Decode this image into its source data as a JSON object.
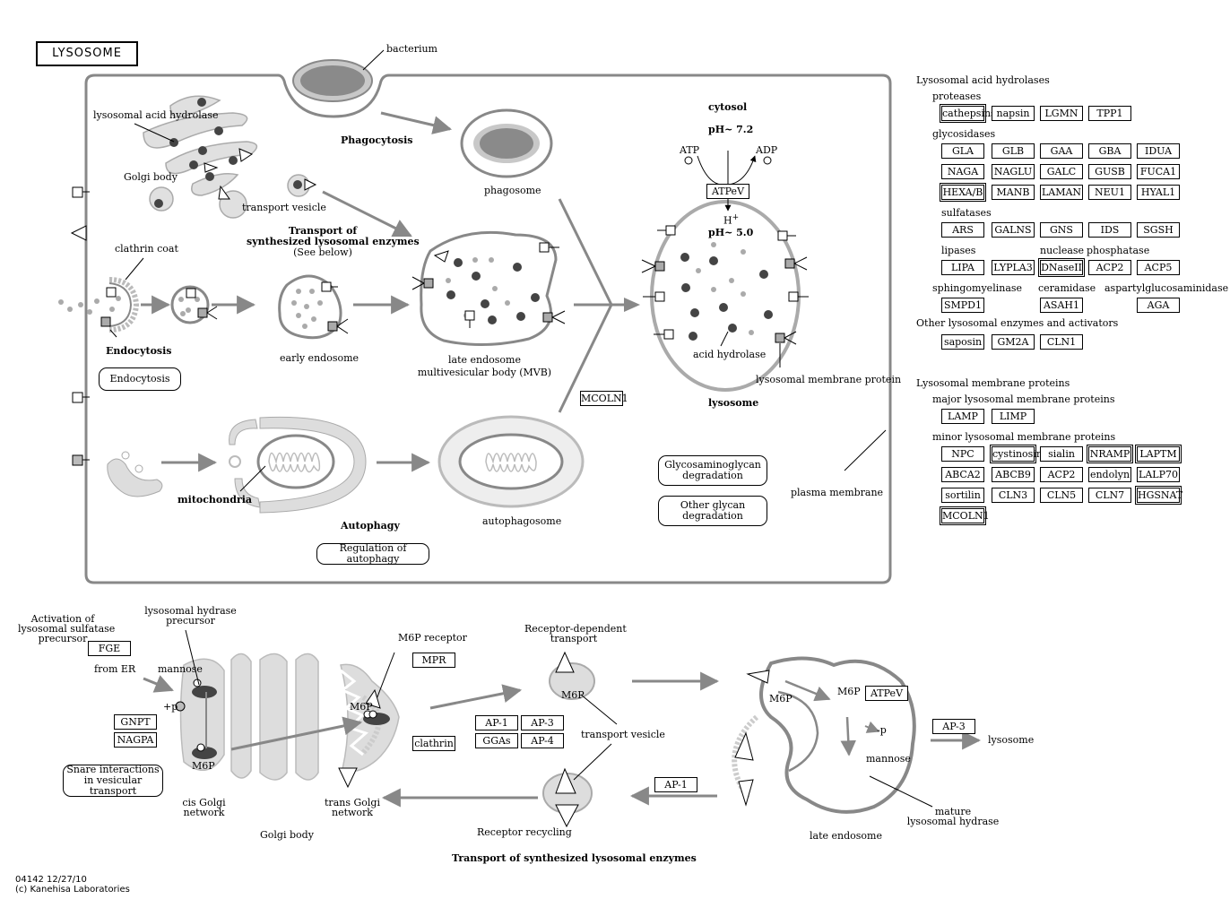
{
  "title": "LYSOSOME",
  "top": {
    "bacterium": "bacterium",
    "phagocytosis": "Phagocytosis",
    "phagosome": "phagosome",
    "lysosomal_acid_hydrolase": "lysosomal acid hydrolase",
    "golgi_body": "Golgi body",
    "transport_vesicle": "transport vesicle",
    "transport_title": [
      "Transport of",
      "synthesized lysosomal enzymes",
      "(See below)"
    ],
    "clathrin_coat": "clathrin coat",
    "endocytosis_label": "Endocytosis",
    "endocytosis_link": "Endocytosis",
    "early_endosome": "early endosome",
    "late_endosome": [
      "late endosome",
      "multivesicular body (MVB)"
    ],
    "mcoln1": "MCOLN1",
    "cytosol": "cytosol",
    "ph_cytosol": "pH~ 7.2",
    "atp": "ATP",
    "adp": "ADP",
    "atpev": "ATPeV",
    "h_plus": "H",
    "h_sup": "+",
    "ph_lysosome": "pH~ 5.0",
    "acid_hydrolase": "acid  hydrolase",
    "lysosomal_membrane_protein": "lysosomal membrane protein",
    "lysosome": "lysosome",
    "gag_degradation": [
      "Glycosaminoglycan",
      "degradation"
    ],
    "other_glycan": [
      "Other glycan",
      "degradation"
    ],
    "plasma_membrane": "plasma membrane",
    "mitochondria": "mitochondria",
    "autophagy": "Autophagy",
    "autophagosome": "autophagosome",
    "regulation_autophagy": "Regulation of autophagy"
  },
  "legend": {
    "hydrolases_title": "Lysosomal acid hydrolases",
    "proteases": "proteases",
    "protease_genes": [
      "cathepsins",
      "napsin",
      "LGMN",
      "TPP1"
    ],
    "glycosidases": "glycosidases",
    "glycosidase_rows": [
      [
        "GLA",
        "GLB",
        "GAA",
        "GBA",
        "IDUA"
      ],
      [
        "NAGA",
        "NAGLU",
        "GALC",
        "GUSB",
        "FUCA1"
      ],
      [
        "HEXA/B",
        "MANB",
        "LAMAN",
        "NEU1",
        "HYAL1"
      ]
    ],
    "sulfatases": "sulfatases",
    "sulfatase_genes": [
      "ARS",
      "GALNS",
      "GNS",
      "IDS",
      "SGSH"
    ],
    "lipases": "lipases",
    "nuclease": "nuclease",
    "phosphatase": "phosphatase",
    "lipase_row": [
      "LIPA",
      "LYPLA3",
      "DNaseII",
      "ACP2",
      "ACP5"
    ],
    "sphingomyelinase": "sphingomyelinase",
    "ceramidase": "ceramidase",
    "aspartylglucosaminidase": "aspartylglucosaminidase",
    "sph_row": [
      "SMPD1",
      "ASAH1",
      "AGA"
    ],
    "other_enzymes": "Other lysosomal enzymes and activators",
    "other_row": [
      "saposin",
      "GM2A",
      "CLN1"
    ],
    "membrane_title": "Lysosomal membrane proteins",
    "major": "major lysosomal membrane proteins",
    "major_row": [
      "LAMP",
      "LIMP"
    ],
    "minor": "minor lysosomal membrane proteins",
    "minor_rows": [
      [
        "NPC",
        "cystinosin",
        "sialin",
        "NRAMP",
        "LAPTM"
      ],
      [
        "ABCA2",
        "ABCB9",
        "ACP2",
        "endolyn",
        "LALP70"
      ],
      [
        "sortilin",
        "CLN3",
        "CLN5",
        "CLN7",
        "HGSNAT"
      ],
      [
        "MCOLN1"
      ]
    ]
  },
  "bottom": {
    "activation": [
      "Activation of",
      "lysosomal sulfatase",
      "precursor"
    ],
    "fge": "FGE",
    "from_er": "from ER",
    "lh_precursor": [
      "lysosomal hydrase",
      "precursor"
    ],
    "mannose": "mannose",
    "plus_p": "+p",
    "gnpt": "GNPT",
    "nagpa": "NAGPA",
    "m6p": "M6P",
    "snare": [
      "Snare interactions",
      "in vesicular transport"
    ],
    "cis_golgi": [
      "cis Golgi",
      "network"
    ],
    "golgi_body": "Golgi body",
    "trans_golgi": [
      "trans Golgi",
      "network"
    ],
    "m6p_receptor": "M6P receptor",
    "mpr": "MPR",
    "clathrin": "clathrin",
    "ap1": "AP-1",
    "ap3": "AP-3",
    "ggas": "GGAs",
    "ap4": "AP-4",
    "rdt": [
      "Receptor-dependent",
      "transport"
    ],
    "transport_vesicle": "transport vesicle",
    "receptor_recycling": "Receptor recycling",
    "ap1_b": "AP-1",
    "atpev": "ATPeV",
    "minus_p": "-p",
    "mannose2": "mannose",
    "mature": [
      "mature",
      "lysosomal hydrase"
    ],
    "late_endosome": "late endosome",
    "ap3_b": "AP-3",
    "lysosome": "lysosome",
    "footer_title": "Transport of synthesized lysosomal enzymes"
  },
  "footer": [
    "04142 12/27/10",
    "(c) Kanehisa Laboratories"
  ]
}
